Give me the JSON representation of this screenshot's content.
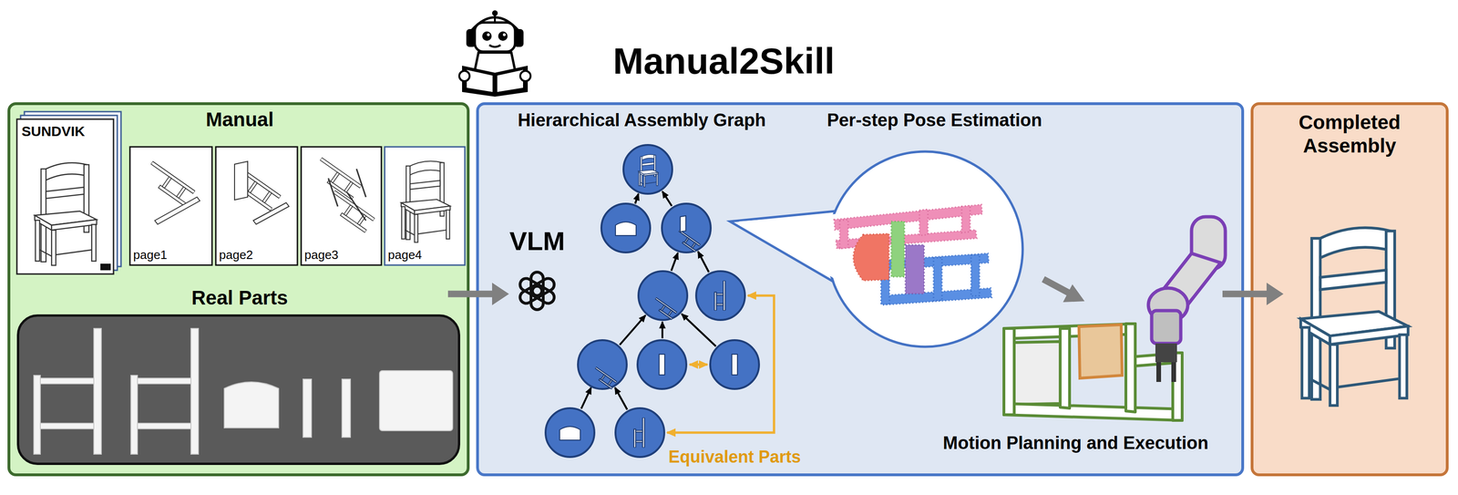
{
  "diagram": {
    "title": "Manual2Skill",
    "nodes": [
      {
        "text": [
          "Manual"
        ]
      },
      {
        "text": [
          "Real Parts"
        ],
        "in": 0
      },
      {
        "text": [
          "Hierarchical Assembly Graph",
          "Per-step Pose Estimation",
          "Motion Planning and Execution"
        ]
      },
      {
        "text": [
          "Completed Assembly"
        ]
      }
    ],
    "edges": [
      {
        "from": 0,
        "to": 2,
        "arrow": "to"
      },
      {
        "from": 2,
        "to": 3,
        "arrow": "to"
      }
    ],
    "labels": [
      "SUNDVIK",
      "page1",
      "page2",
      "page3",
      "page4",
      "VLM",
      "Equivalent Parts"
    ]
  }
}
